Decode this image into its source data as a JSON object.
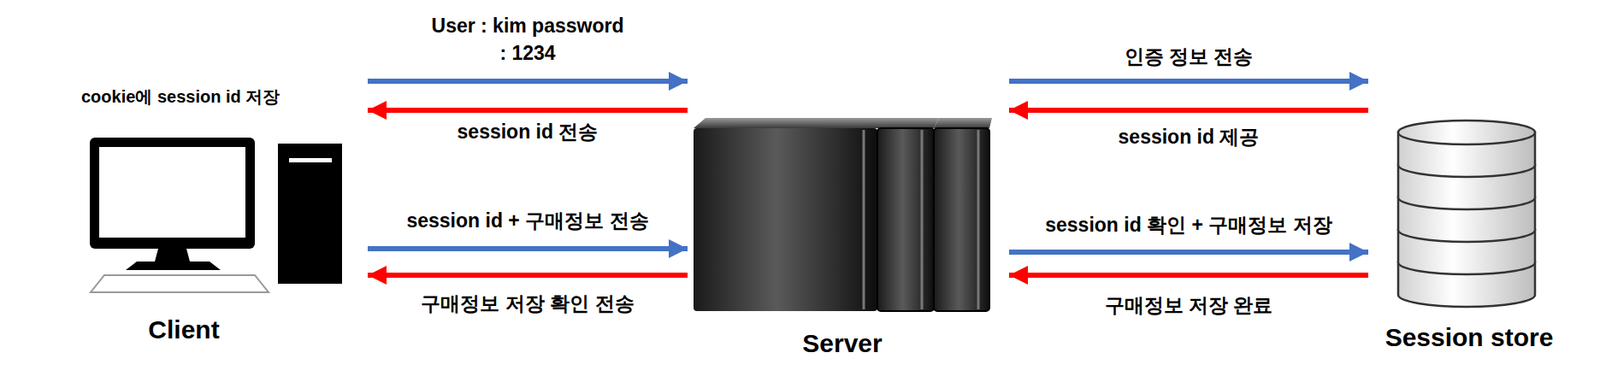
{
  "diagram": {
    "nodes": [
      {
        "text": [
          "Client"
        ]
      },
      {
        "text": [
          "Server"
        ]
      },
      {
        "text": [
          "Session store"
        ]
      }
    ],
    "edges": [
      {
        "from": 0,
        "to": 1,
        "arrow": "to",
        "label": "User : kim password : 1234"
      },
      {
        "from": 1,
        "to": 0,
        "arrow": "to",
        "label": "session id 전송"
      },
      {
        "from": 0,
        "to": 1,
        "arrow": "to",
        "label": "session id + 구매정보 전송"
      },
      {
        "from": 1,
        "to": 0,
        "arrow": "to",
        "label": "구매정보 저장 확인 전송"
      },
      {
        "from": 1,
        "to": 2,
        "arrow": "to",
        "label": "인증 정보 전송"
      },
      {
        "from": 2,
        "to": 1,
        "arrow": "to",
        "label": "session id 제공"
      },
      {
        "from": 1,
        "to": 2,
        "arrow": "to",
        "label": "session id 확인 + 구매정보 저장"
      },
      {
        "from": 2,
        "to": 1,
        "arrow": "to",
        "label": "구매정보 저장 완료"
      }
    ],
    "labels": [
      "cookie에 session id 저장"
    ]
  }
}
